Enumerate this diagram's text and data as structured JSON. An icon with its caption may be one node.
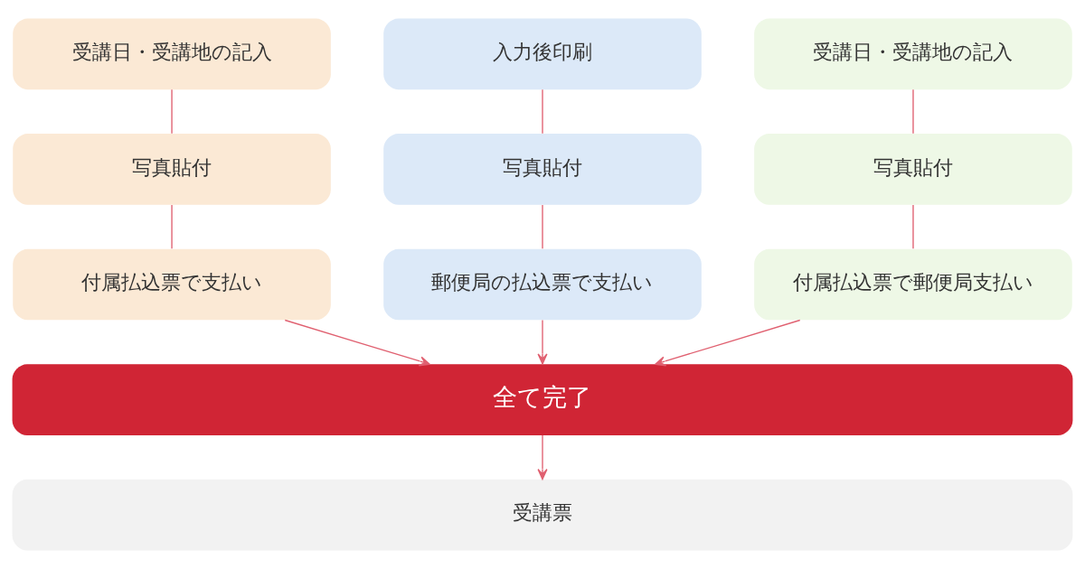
{
  "diagram": {
    "nodes": [
      {
        "text": [
          "受講日・受講地の記入"
        ]
      },
      {
        "text": [
          "入力後印刷"
        ]
      },
      {
        "text": [
          "受講日・受講地の記入"
        ]
      },
      {
        "text": [
          "写真貼付"
        ]
      },
      {
        "text": [
          "写真貼付"
        ]
      },
      {
        "text": [
          "写真貼付"
        ]
      },
      {
        "text": [
          "付属払込票で支払い"
        ]
      },
      {
        "text": [
          "郵便局の払込票で支払い"
        ]
      },
      {
        "text": [
          "付属払込票で郵便局支払い"
        ]
      },
      {
        "text": [
          "全て完了"
        ]
      },
      {
        "text": [
          "受講票"
        ]
      }
    ],
    "edges": [
      {
        "from": 0,
        "to": 3,
        "arrow": "none"
      },
      {
        "from": 1,
        "to": 4,
        "arrow": "none"
      },
      {
        "from": 2,
        "to": 5,
        "arrow": "none"
      },
      {
        "from": 3,
        "to": 6,
        "arrow": "none"
      },
      {
        "from": 4,
        "to": 7,
        "arrow": "none"
      },
      {
        "from": 5,
        "to": 8,
        "arrow": "none"
      },
      {
        "from": 6,
        "to": 9,
        "arrow": "to"
      },
      {
        "from": 7,
        "to": 9,
        "arrow": "to"
      },
      {
        "from": 8,
        "to": 9,
        "arrow": "to"
      },
      {
        "from": 9,
        "to": 10,
        "arrow": "to"
      }
    ]
  }
}
